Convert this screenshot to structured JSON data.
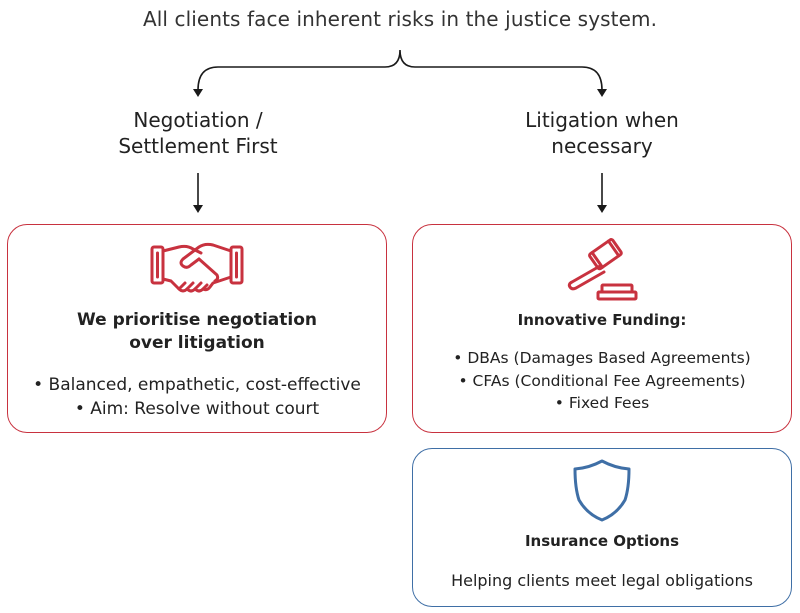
{
  "header": {
    "title": "All clients face inherent risks in the justice system."
  },
  "branches": {
    "left": {
      "title_line1": "Negotiation /",
      "title_line2": "Settlement First"
    },
    "right": {
      "title_line1": "Litigation when",
      "title_line2": "necessary"
    }
  },
  "cards": {
    "negotiation": {
      "icon": "handshake-icon",
      "heading_line1": "We prioritise negotiation",
      "heading_line2": "over litigation",
      "bullets": [
        "• Balanced, empathetic, cost-effective",
        "• Aim: Resolve without court"
      ]
    },
    "funding": {
      "icon": "gavel-icon",
      "heading": "Innovative Funding:",
      "bullets": [
        "• DBAs (Damages Based Agreements)",
        "• CFAs (Conditional Fee Agreements)",
        "• Fixed Fees"
      ]
    },
    "insurance": {
      "icon": "shield-icon",
      "heading": "Insurance Options",
      "text": "Helping clients meet legal obligations"
    }
  },
  "colors": {
    "accent_red": "#c8323f",
    "accent_blue": "#3f6fa6",
    "text": "#222222"
  }
}
